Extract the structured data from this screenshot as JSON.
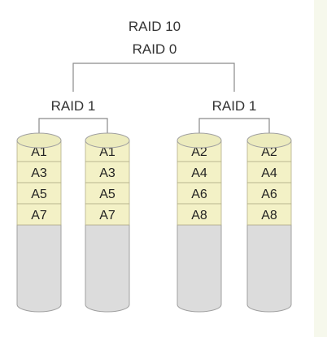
{
  "diagram": {
    "title_top": "RAID 10",
    "title_sub": "RAID 0",
    "groups": [
      {
        "label": "RAID 1",
        "disks": [
          {
            "blocks": [
              "A1",
              "A3",
              "A5",
              "A7"
            ]
          },
          {
            "blocks": [
              "A1",
              "A3",
              "A5",
              "A7"
            ]
          }
        ]
      },
      {
        "label": "RAID 1",
        "disks": [
          {
            "blocks": [
              "A2",
              "A4",
              "A6",
              "A8"
            ]
          },
          {
            "blocks": [
              "A2",
              "A4",
              "A6",
              "A8"
            ]
          }
        ]
      }
    ]
  },
  "colors": {
    "line": "#8a8a8a",
    "block_fill": "#f3f1c6",
    "block_stroke": "#b3b08a",
    "top_fill": "#ecebbd",
    "disk_body": "#dcdcdc",
    "disk_stroke": "#a0a0a0",
    "background": "#ffffff",
    "side_strip": "#f6f8ec"
  }
}
